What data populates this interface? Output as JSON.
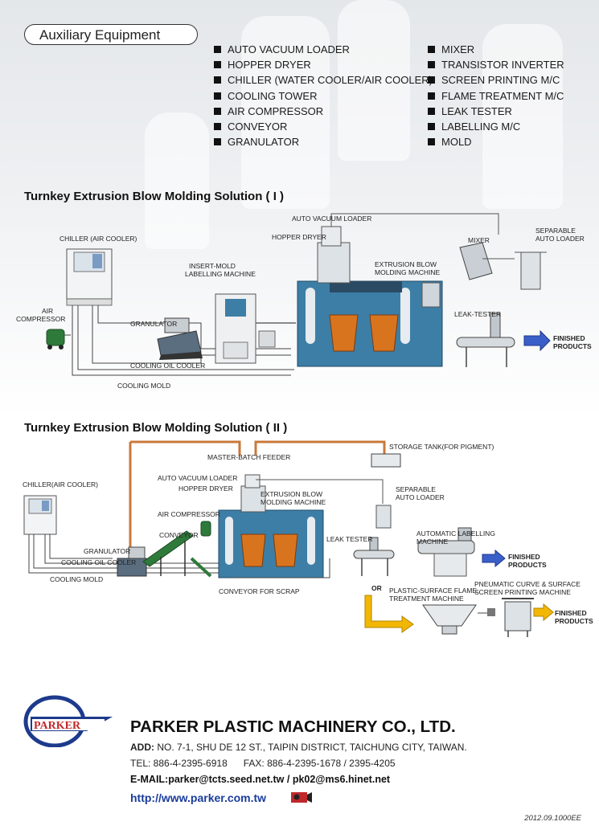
{
  "aux": {
    "title": "Auxiliary Equipment",
    "col1": [
      "AUTO VACUUM LOADER",
      "HOPPER DRYER",
      "CHILLER (WATER COOLER/AIR COOLER)",
      "COOLING TOWER",
      "AIR COMPRESSOR",
      "CONVEYOR",
      "GRANULATOR"
    ],
    "col2": [
      "MIXER",
      "TRANSISTOR INVERTER",
      "SCREEN PRINTING M/C",
      "FLAME TREATMENT M/C",
      "LEAK TESTER",
      "LABELLING M/C",
      "MOLD"
    ]
  },
  "solution1": {
    "title": "Turnkey Extrusion Blow Molding Solution ( I )",
    "labels": {
      "auto_vacuum_loader": "AUTO VACUUM LOADER",
      "hopper_dryer": "HOPPER DRYER",
      "chiller": "CHILLER (AIR COOLER)",
      "mixer": "MIXER",
      "separable_1": "SEPARABLE",
      "separable_2": "AUTO LOADER",
      "insert_mold_1": "INSERT-MOLD",
      "insert_mold_2": "LABELLING MACHINE",
      "extrusion_1": "EXTRUSION BLOW",
      "extrusion_2": "MOLDING  MACHINE",
      "air_comp_1": "AIR",
      "air_comp_2": "COMPRESSOR",
      "granulator": "GRANULATOR",
      "leak_tester": "LEAK-TESTER",
      "finished_1": "FINISHED",
      "finished_2": "PRODUCTS",
      "cooling_oil": "COOLING OIL COOLER",
      "cooling_mold": "COOLING MOLD"
    }
  },
  "solution2": {
    "title": "Turnkey Extrusion Blow Molding Solution ( II )",
    "labels": {
      "storage_tank": "STORAGE TANK(FOR PIGMENT)",
      "master_batch": "MASTER-BATCH FEEDER",
      "chiller": "CHILLER(AIR COOLER)",
      "auto_vacuum_loader": "AUTO VACUUM LOADER",
      "hopper_dryer": "HOPPER DRYER",
      "extrusion_1": "EXTRUSION BLOW",
      "extrusion_2": "MOLDING MACHINE",
      "separable_1": "SEPARABLE",
      "separable_2": "AUTO LOADER",
      "air_compressor": "AIR COMPRESSOR",
      "conveyor": "CONVEYOR",
      "granulator": "GRANULATOR",
      "cooling_oil": "COOLING OIL COOLER",
      "cooling_mold": "COOLING MOLD",
      "conveyor_scrap": "CONVEYOR FOR SCRAP",
      "leak_tester": "LEAK TESTER",
      "auto_label_1": "AUTOMATIC LABELLING",
      "auto_label_2": "MACHINE",
      "finished_1": "FINISHED",
      "finished_2": "PRODUCTS",
      "or": "OR",
      "flame_1": "PLASTIC-SURFACE FLAME",
      "flame_2": "TREATMENT MACHINE",
      "pneumatic_1": "PNEUMATIC CURVE & SURFACE",
      "pneumatic_2": "SCREEN PRINTING MACHINE",
      "finished_b1": "FINISHED",
      "finished_b2": "PRODUCTS"
    }
  },
  "footer": {
    "logo_text": "PARKER",
    "company": "PARKER PLASTIC MACHINERY CO., LTD.",
    "addr_label": "ADD:",
    "addr": " NO. 7-1, SHU DE 12 ST., TAIPIN DISTRICT, TAICHUNG CITY, TAIWAN.",
    "tel": "TEL: 886-4-2395-6918",
    "fax": "FAX: 886-4-2395-1678 / 2395-4205",
    "email": "E-MAIL:parker@tcts.seed.net.tw  /  pk02@ms6.hinet.net",
    "web": "http://www.parker.com.tw",
    "code": "2012.09.1000EE"
  },
  "colors": {
    "machine_blue": "#3d7ea6",
    "mold_orange": "#d9741e",
    "finished_arrow": "#3a5fc8",
    "or_arrow": "#f2b705",
    "pipe_orange": "#c9783a",
    "logo_red": "#c0282c",
    "logo_blue": "#1d3a8c"
  }
}
